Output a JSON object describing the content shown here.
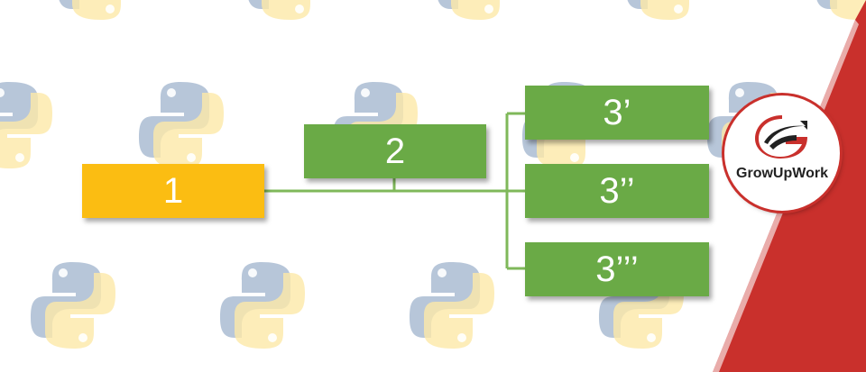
{
  "diagram": {
    "node_1": "1",
    "node_2": "2",
    "node_3a": "3’",
    "node_3b": "3’’",
    "node_3c": "3’’’"
  },
  "logo": {
    "text": "GrowUpWork",
    "icon": "growupwork-logo-icon"
  },
  "colors": {
    "orange_box": "#fbbd12",
    "green_box": "#6aaa46",
    "red_band": "#c9302c",
    "connector": "#7fb85a",
    "python_blue": "#9fb3cc",
    "python_yellow": "#fce8a8"
  }
}
